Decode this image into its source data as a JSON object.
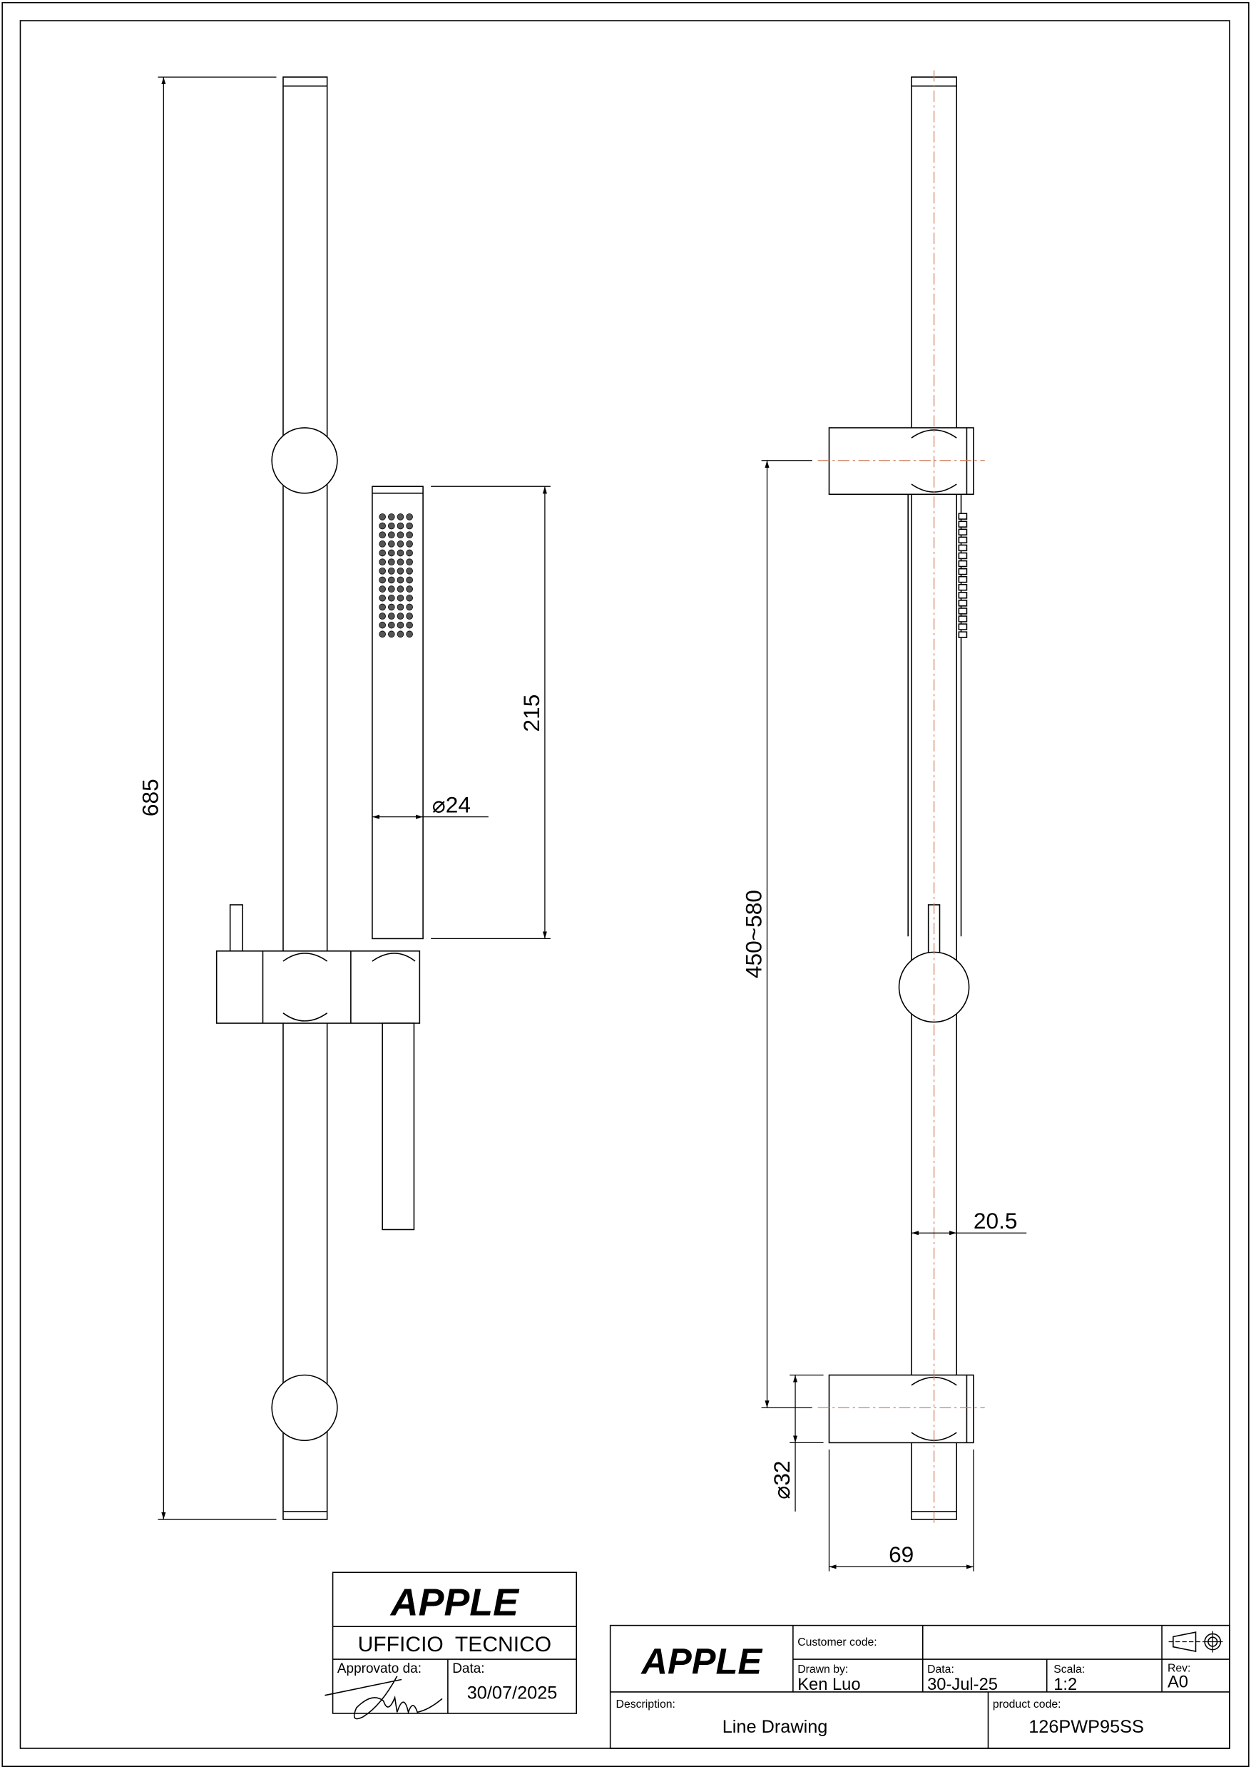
{
  "dimensions": {
    "overall_length": "685",
    "handshower_length": "215",
    "handshower_diameter": "⌀24",
    "adjustable_range": "450~580",
    "rail_diameter": "20.5",
    "bracket_diameter": "⌀32",
    "bracket_projection": "69"
  },
  "approval_block": {
    "logo": "APPLE",
    "department": "UFFICIO  TECNICO",
    "approved_by_label": "Approvato da:",
    "signature": "John",
    "date_label": "Data:",
    "date_value": "30/07/2025"
  },
  "title_block": {
    "logo": "APPLE",
    "customer_code_label": "Customer code:",
    "customer_code_value": "",
    "drawn_by_label": "Drawn by:",
    "drawn_by_value": "Ken Luo",
    "date_label": "Data:",
    "date_value": "30-Jul-25",
    "scale_label": "Scala:",
    "scale_value": "1:2",
    "rev_label": "Rev:",
    "rev_value": "A0",
    "description_label": "Description:",
    "description_value": "Line Drawing",
    "product_code_label": "product code:",
    "product_code_value": "126PWP95SS",
    "projection_symbol": "first-angle-projection-icon"
  }
}
